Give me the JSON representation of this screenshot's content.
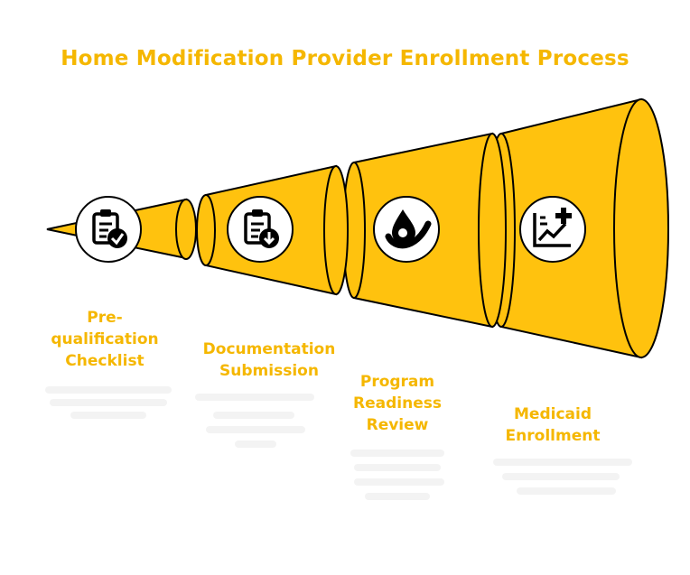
{
  "title": "Home Modification Provider Enrollment Process",
  "colors": {
    "accent": "#FFC20E",
    "outline": "#000000",
    "title_text": "#F5B700",
    "label_text": "#F5B700",
    "icon_bg": "#FFFFFF"
  },
  "stages": [
    {
      "label_lines": [
        "Pre-",
        "qualification",
        "Checklist"
      ],
      "icon": "clipboard-check-icon"
    },
    {
      "label_lines": [
        "Documentation",
        "Submission"
      ],
      "icon": "clipboard-download-icon"
    },
    {
      "label_lines": [
        "Program",
        "Readiness",
        "Review"
      ],
      "icon": "hand-holding-drop-icon"
    },
    {
      "label_lines": [
        "Medicaid",
        "Enrollment"
      ],
      "icon": "chart-plus-icon"
    }
  ]
}
